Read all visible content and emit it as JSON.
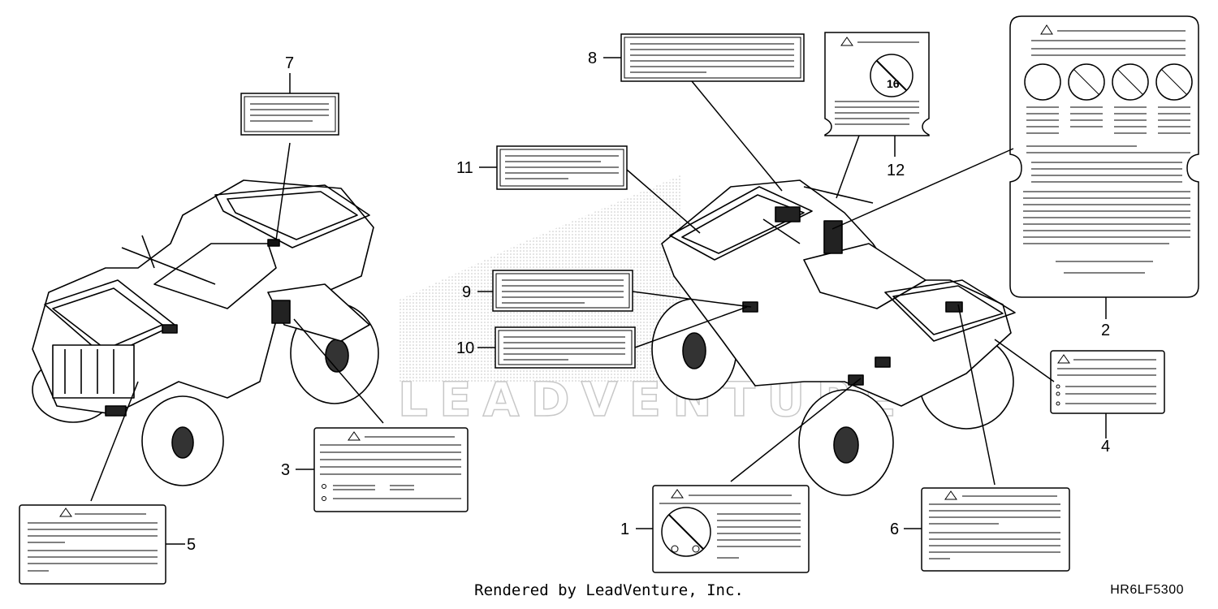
{
  "diagram": {
    "watermark_text": "LEADVENTURE",
    "callouts": {
      "n1": "1",
      "n2": "2",
      "n3": "3",
      "n4": "4",
      "n5": "5",
      "n6": "6",
      "n7": "7",
      "n8": "8",
      "n9": "9",
      "n10": "10",
      "n11": "11",
      "n12": "12"
    },
    "label12_icon_text": "16"
  },
  "footer": {
    "rendered_by": "Rendered by LeadVenture, Inc.",
    "diagram_code": "HR6LF5300"
  }
}
